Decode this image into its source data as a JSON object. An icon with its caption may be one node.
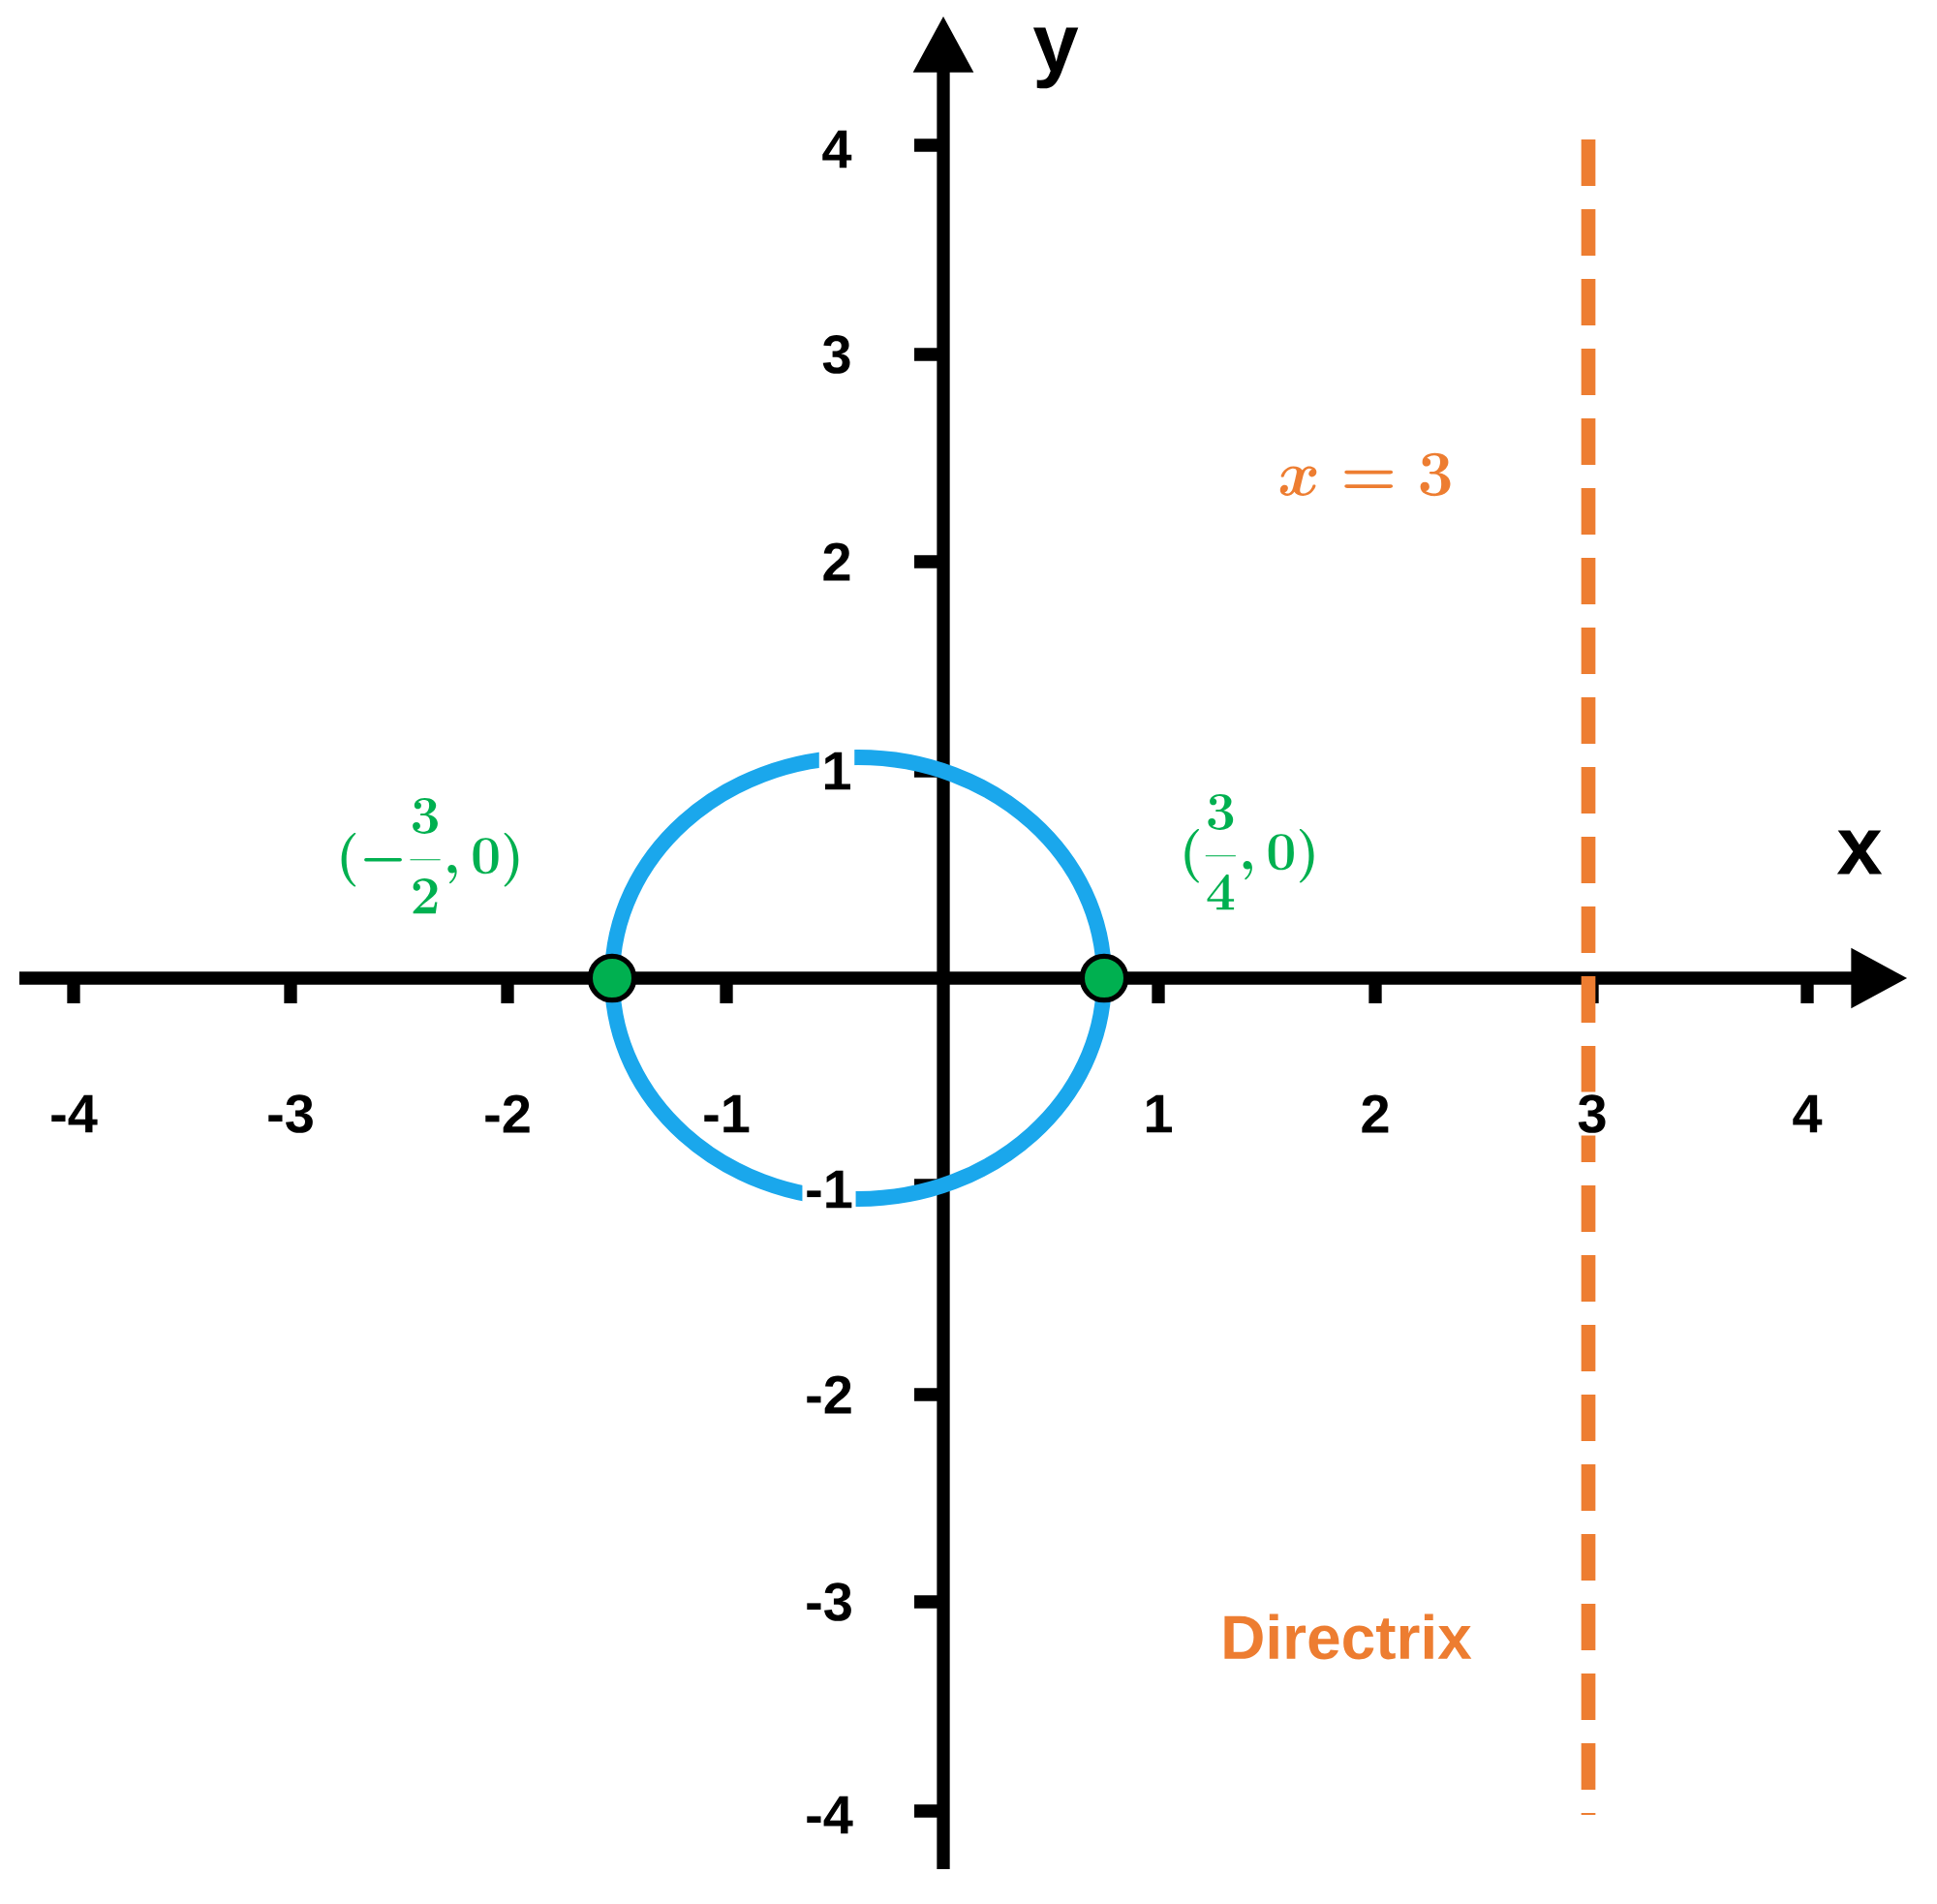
{
  "diagram": {
    "nodes": [
      {
        "text": [],
        "shape": "circle",
        "beside": [
          "(-\\frac{3}{2}, 0)"
        ]
      },
      {
        "text": [],
        "shape": "circle",
        "beside": [
          "(\\frac{3}{4}, 0)"
        ]
      }
    ],
    "labels": [
      "y",
      "4",
      "3",
      "x = 3",
      "2",
      "1",
      "x",
      "-4",
      "-3",
      "-2",
      "-1",
      "1",
      "2",
      "3",
      "4",
      "-1",
      "-2",
      "-3",
      "Directrix",
      "-4"
    ]
  }
}
